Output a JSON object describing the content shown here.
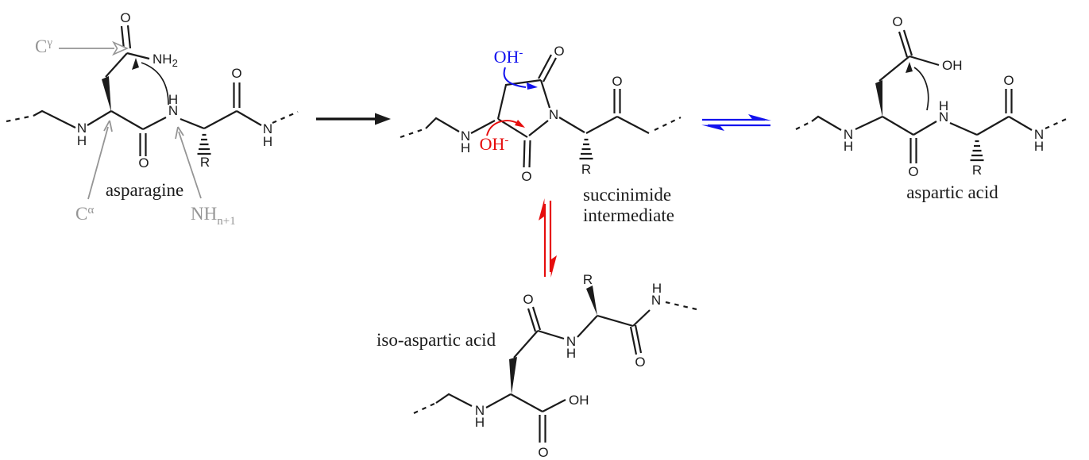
{
  "molecules": {
    "asparagine": {
      "label": "asparagine"
    },
    "succinimide": {
      "label_line1": "succinimide",
      "label_line2": "intermediate"
    },
    "aspartic_acid": {
      "label": "aspartic acid"
    },
    "iso_aspartic_acid": {
      "label": "iso-aspartic acid"
    }
  },
  "annotations": {
    "c_gamma": {
      "base": "C",
      "sup": "γ"
    },
    "c_alpha": {
      "base": "C",
      "sup": "α"
    },
    "nh_next": {
      "base": "NH",
      "sub": "n+1"
    }
  },
  "reagents": {
    "hydroxide_top": {
      "base": "OH",
      "charge": "-"
    },
    "hydroxide_bottom": {
      "base": "OH",
      "charge": "-"
    }
  },
  "atoms": {
    "O": "O",
    "N": "N",
    "H": "H",
    "R": "R",
    "OH": "OH",
    "NH": "NH",
    "sub_2": "2"
  },
  "colors": {
    "bond_black": "#1b1b1b",
    "annotation_gray": "#959595",
    "hydroxide_blue": "#1212ee",
    "hydroxide_red": "#e60d0d",
    "background": "#ffffff"
  }
}
